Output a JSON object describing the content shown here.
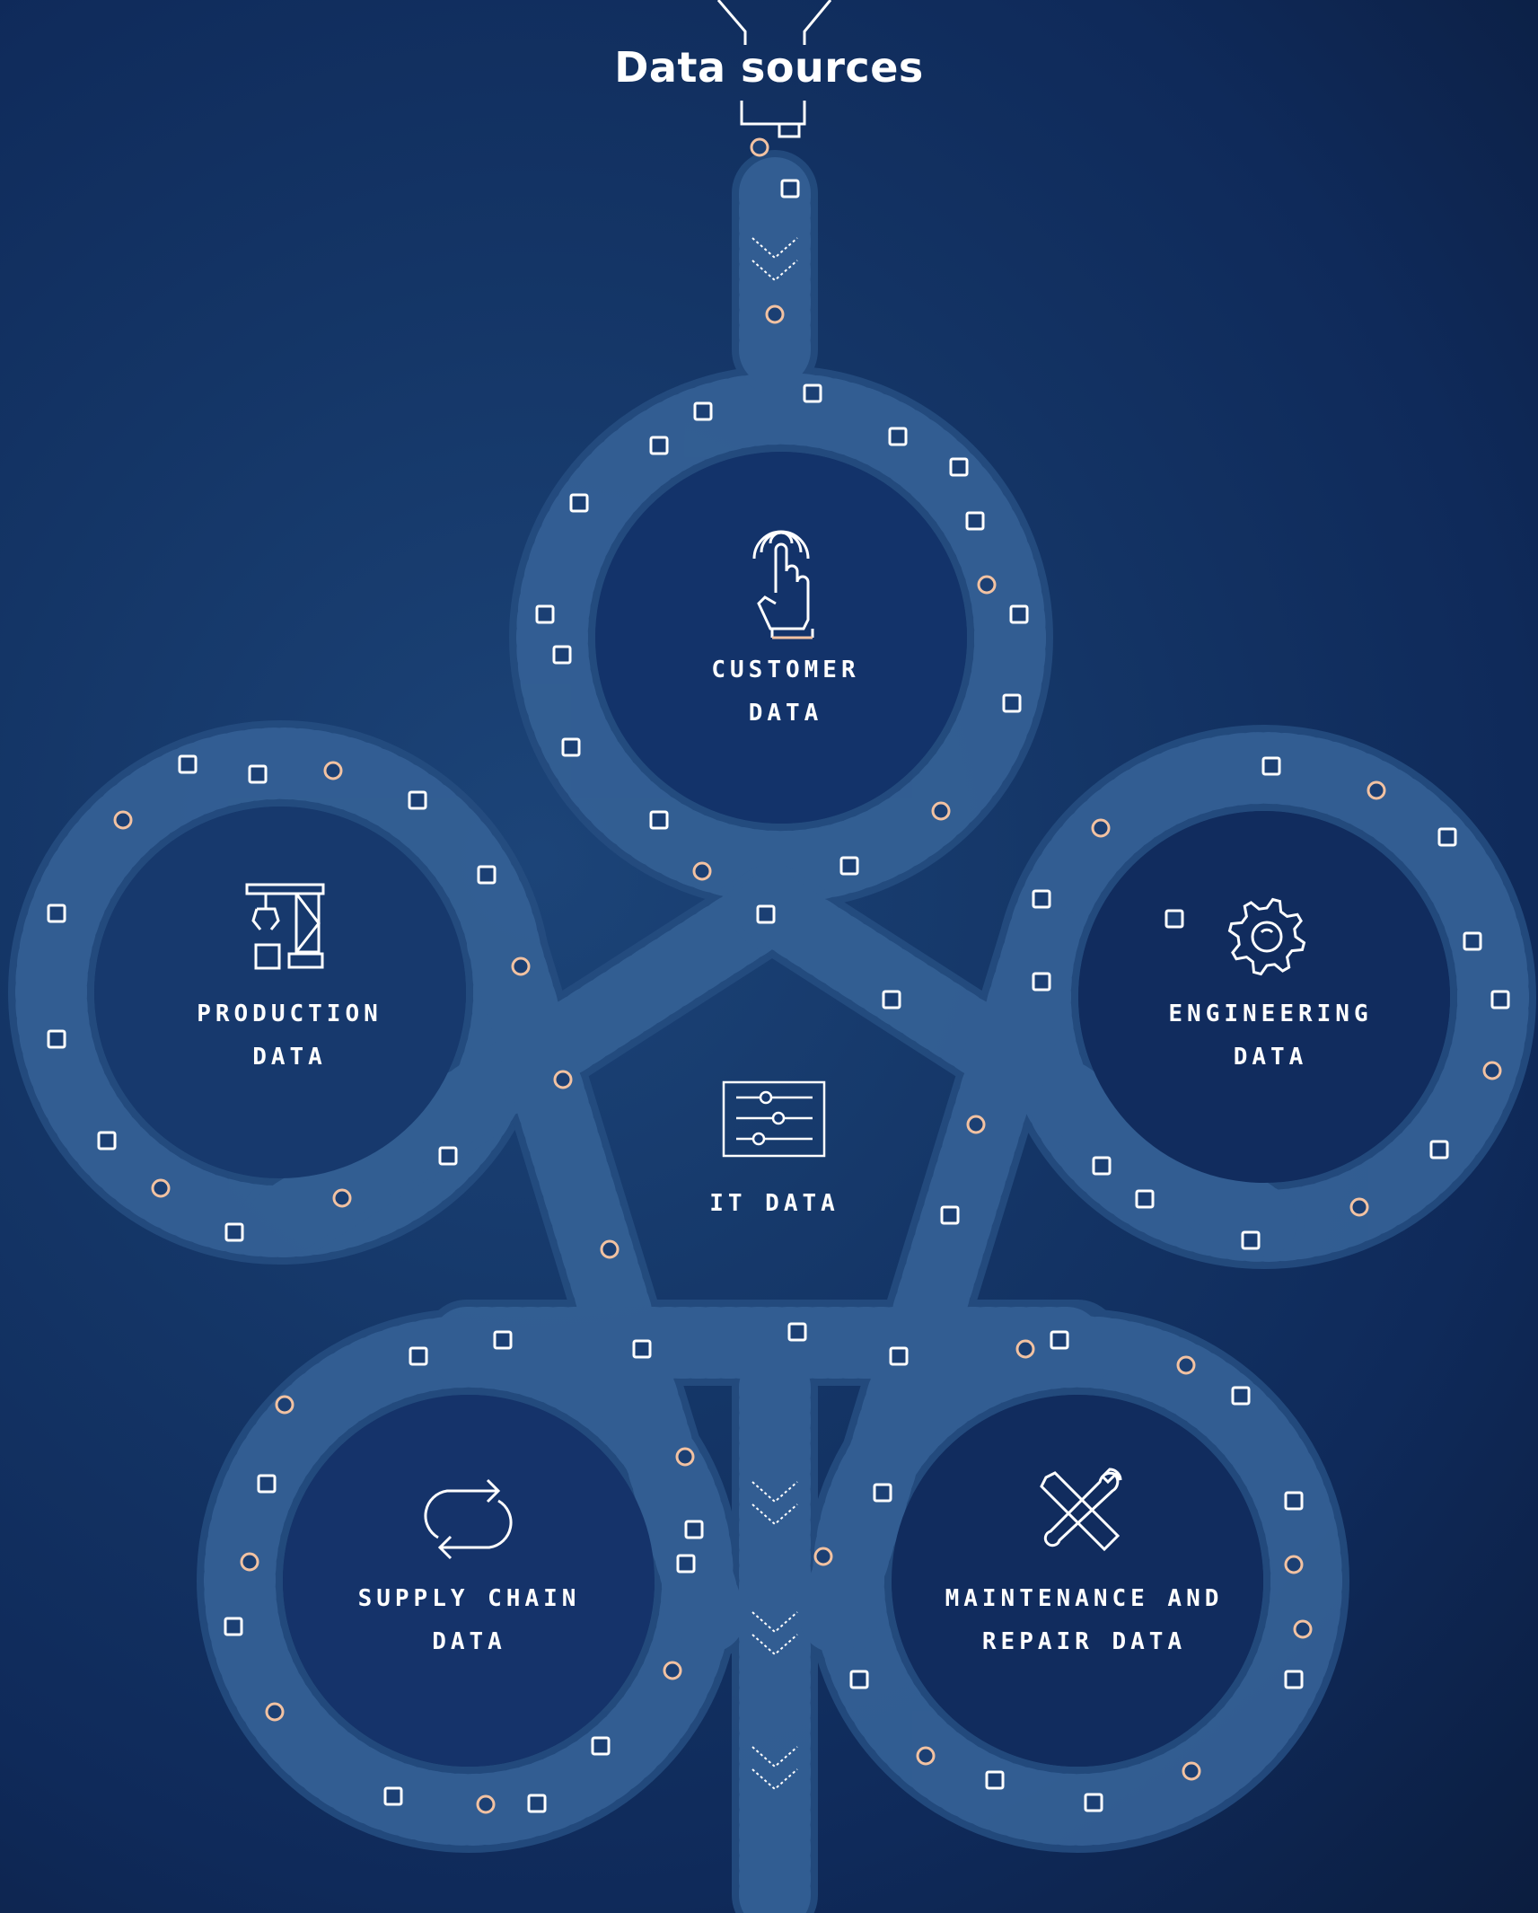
{
  "title": "Data sources",
  "categories": {
    "customer": {
      "line1": "CUSTOMER",
      "line2": "DATA",
      "icon": "touch-hand-icon"
    },
    "production": {
      "line1": "PRODUCTION",
      "line2": "DATA",
      "icon": "robotic-arm-icon"
    },
    "engineering": {
      "line1": "ENGINEERING",
      "line2": "DATA",
      "icon": "gear-icon"
    },
    "it": {
      "line1": "IT DATA",
      "line2": "",
      "icon": "sliders-panel-icon"
    },
    "supply_chain": {
      "line1": "SUPPLY CHAIN",
      "line2": "DATA",
      "icon": "cycle-arrows-icon"
    },
    "maintenance": {
      "line1": "MAINTENANCE AND",
      "line2": "REPAIR DATA",
      "icon": "wrench-screwdriver-icon"
    }
  },
  "colors": {
    "background": "#143566",
    "track": "#2a5488",
    "track_tick": "#4a78ad",
    "packet_square": "#ffffff",
    "packet_circle": "#f2c2a2",
    "text": "#ffffff"
  }
}
